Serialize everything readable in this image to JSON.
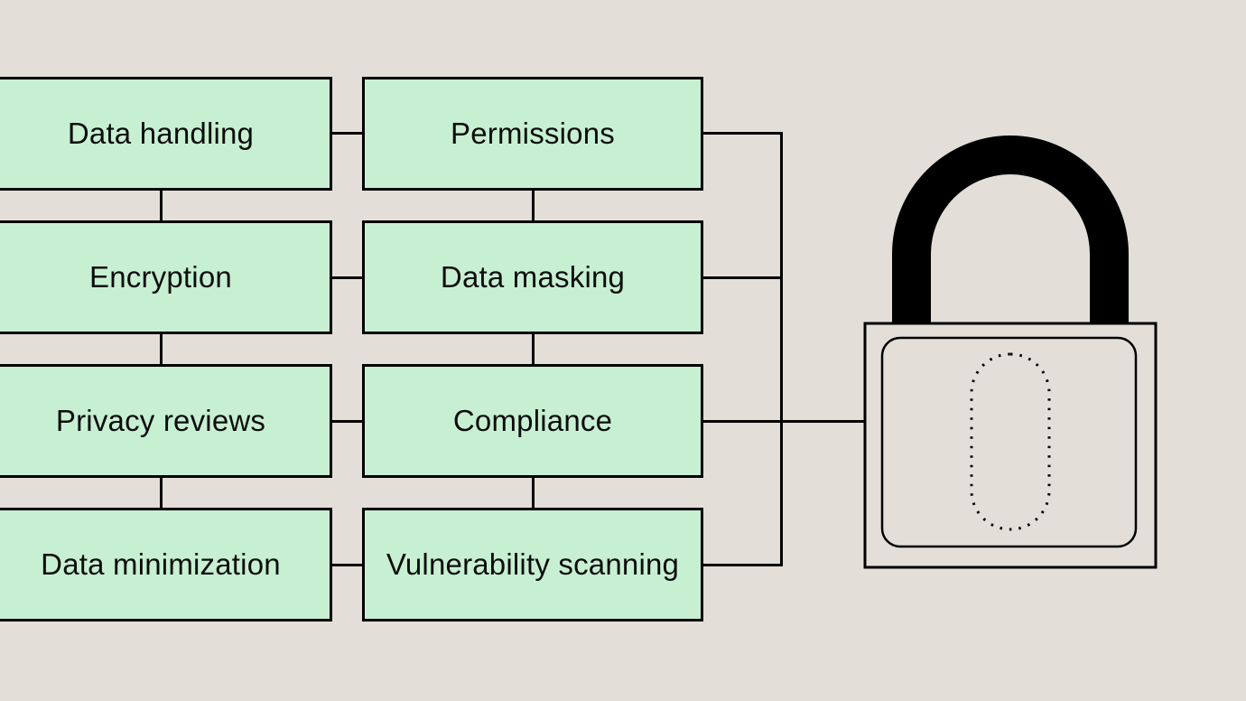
{
  "diagram": {
    "title": "security-practices-flow-to-padlock",
    "boxes": [
      {
        "id": "data-handling",
        "label": "Data handling"
      },
      {
        "id": "permissions",
        "label": "Permissions"
      },
      {
        "id": "encryption",
        "label": "Encryption"
      },
      {
        "id": "data-masking",
        "label": "Data masking"
      },
      {
        "id": "privacy-reviews",
        "label": "Privacy reviews"
      },
      {
        "id": "compliance",
        "label": "Compliance"
      },
      {
        "id": "data-minimization",
        "label": "Data minimization"
      },
      {
        "id": "vulnerability-scanning",
        "label": "Vulnerability scanning"
      }
    ],
    "icon": "padlock-icon",
    "colors": {
      "background": "#e3ded8",
      "box_fill": "#c7f0d3",
      "line": "#000000",
      "text": "#0d0d0d"
    }
  }
}
